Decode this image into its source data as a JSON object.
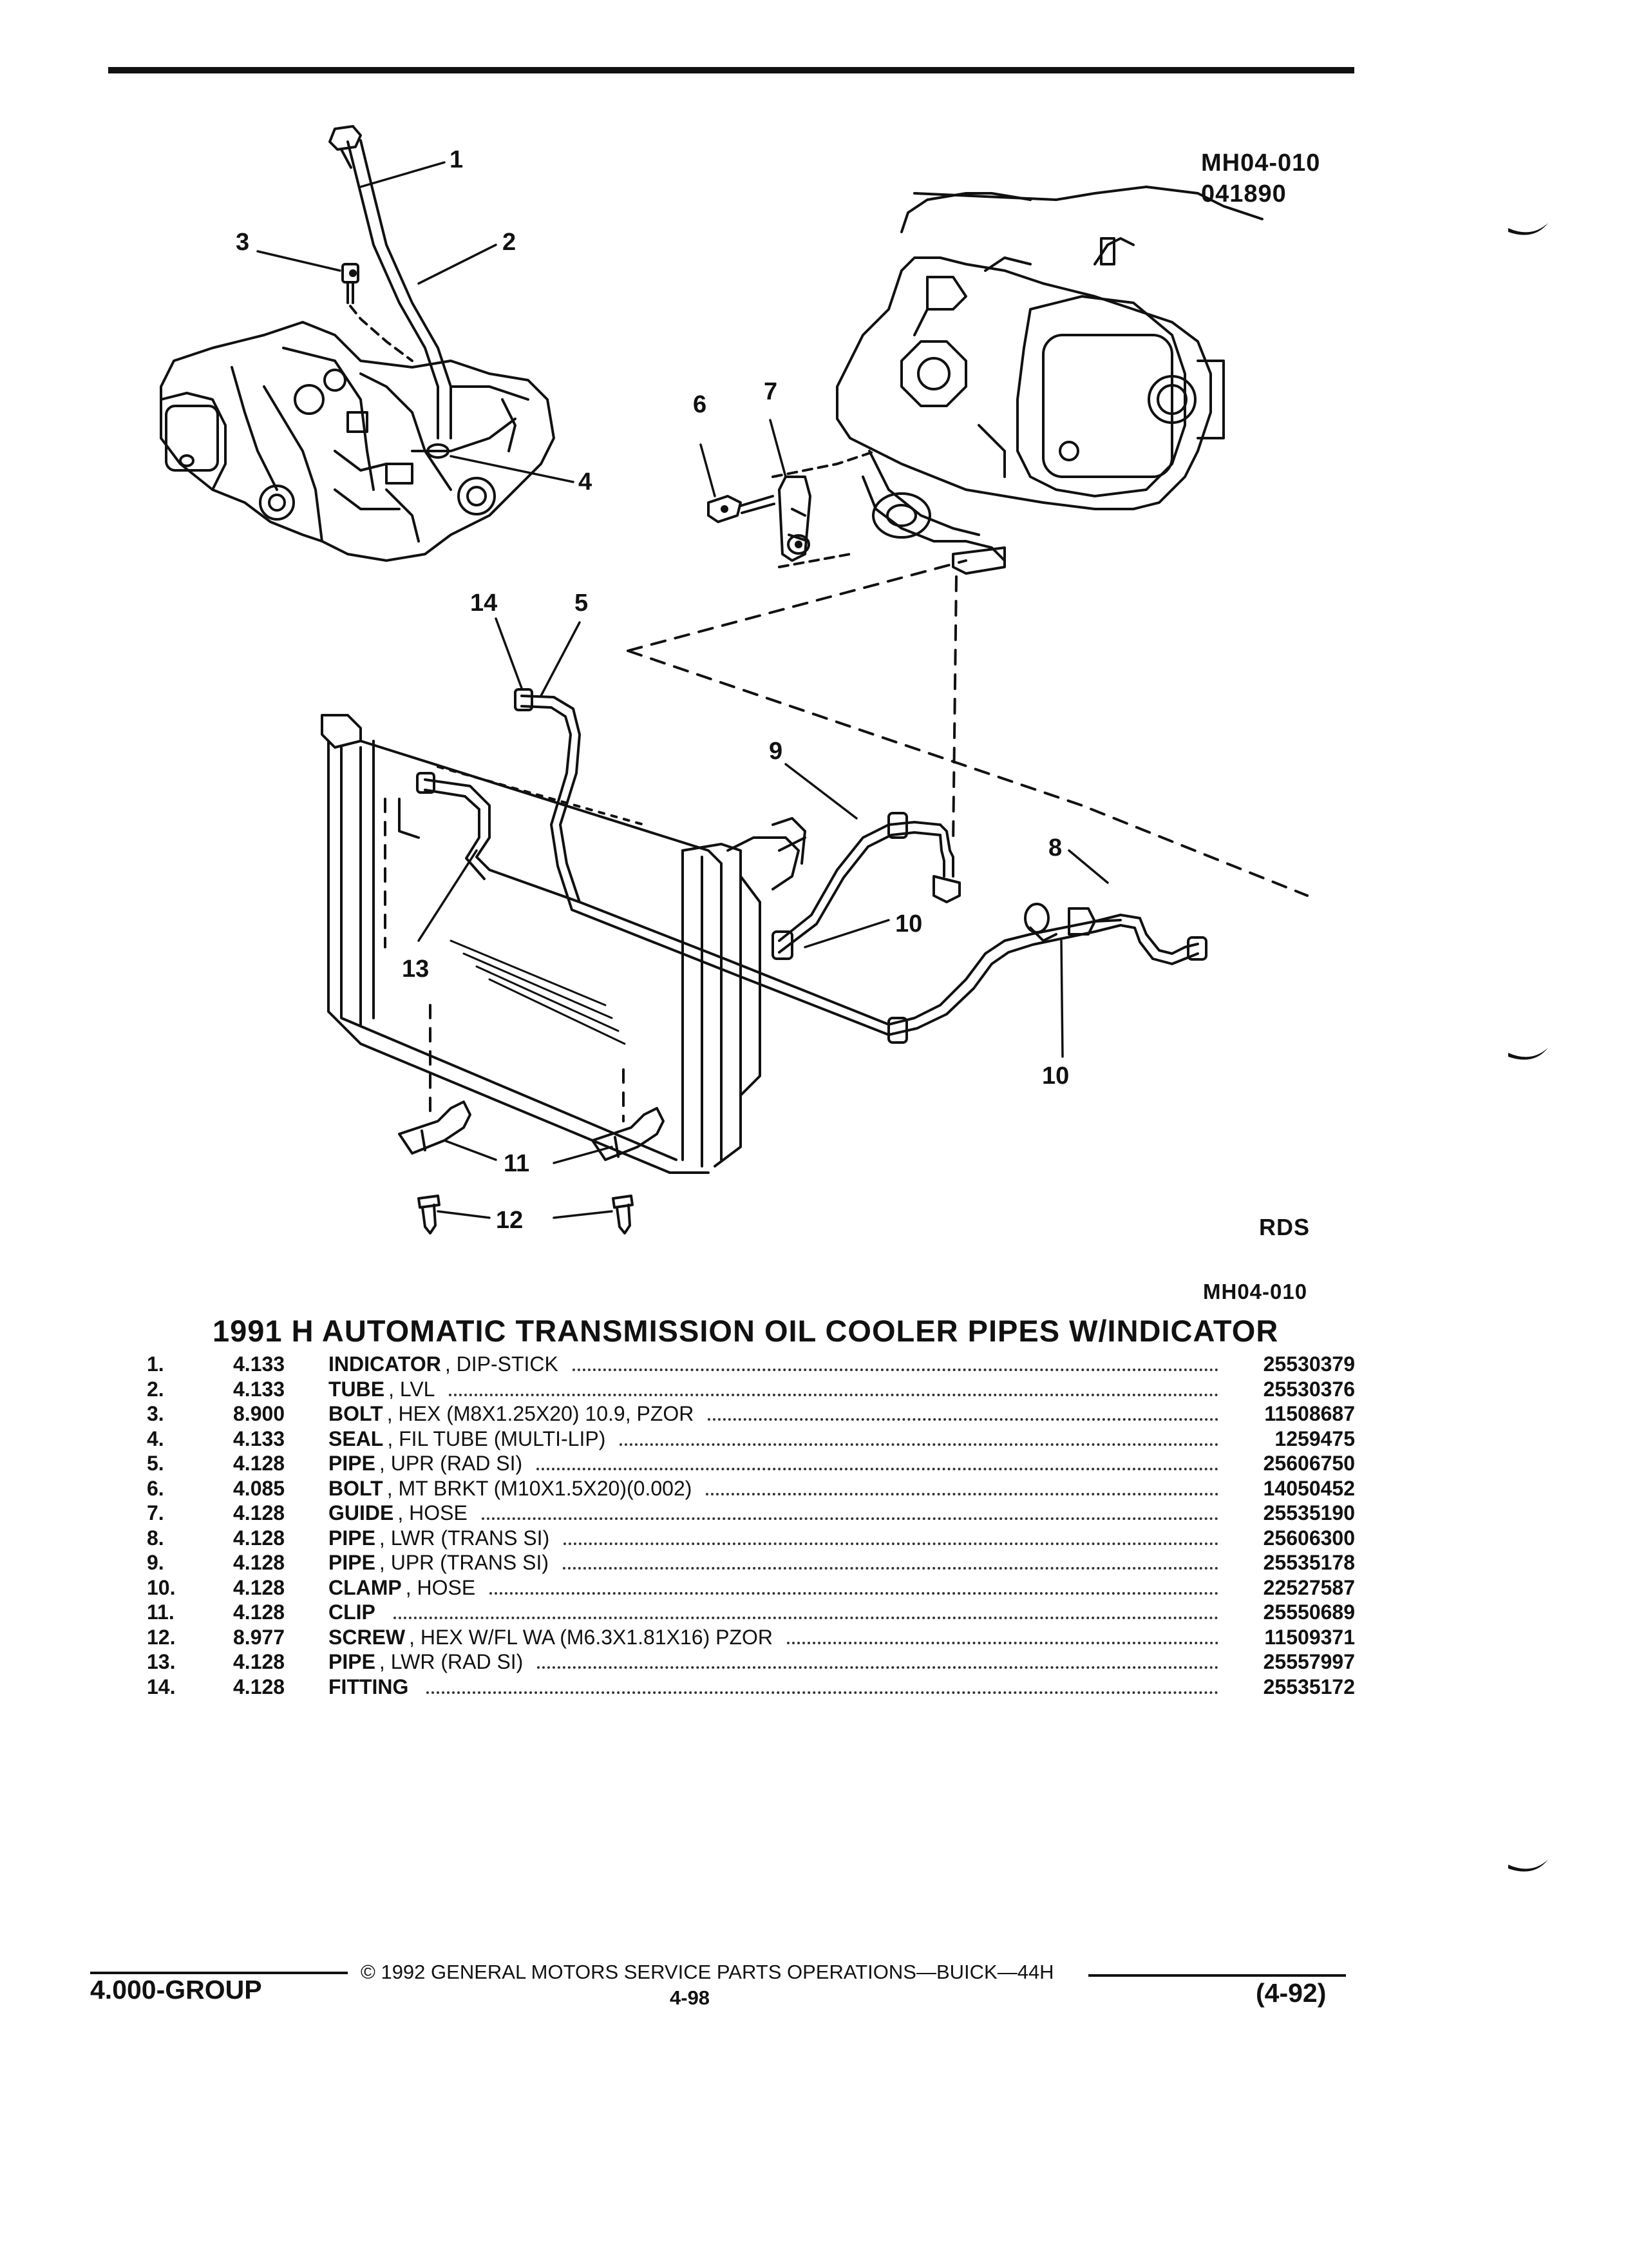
{
  "header": {
    "code": "MH04-010",
    "date": "041890"
  },
  "diagram": {
    "callouts": [
      "1",
      "2",
      "3",
      "4",
      "5",
      "6",
      "7",
      "8",
      "9",
      "10",
      "10",
      "11",
      "12",
      "13",
      "14"
    ],
    "source_label": "RDS",
    "figure_code": "MH04-010"
  },
  "title": "1991 H AUTOMATIC TRANSMISSION OIL COOLER PIPES W/INDICATOR",
  "parts": [
    {
      "no": "1.",
      "group": "4.133",
      "name": "INDICATOR",
      "desc": ", DIP-STICK",
      "part": "25530379"
    },
    {
      "no": "2.",
      "group": "4.133",
      "name": "TUBE",
      "desc": ", LVL",
      "part": "25530376"
    },
    {
      "no": "3.",
      "group": "8.900",
      "name": "BOLT",
      "desc": ", HEX (M8X1.25X20) 10.9, PZOR",
      "part": "11508687"
    },
    {
      "no": "4.",
      "group": "4.133",
      "name": "SEAL",
      "desc": ", FIL TUBE (MULTI-LIP)",
      "part": "1259475"
    },
    {
      "no": "5.",
      "group": "4.128",
      "name": "PIPE",
      "desc": ", UPR (RAD SI)",
      "part": "25606750"
    },
    {
      "no": "6.",
      "group": "4.085",
      "name": "BOLT",
      "desc": ", MT BRKT (M10X1.5X20)(0.002)",
      "part": "14050452"
    },
    {
      "no": "7.",
      "group": "4.128",
      "name": "GUIDE",
      "desc": ", HOSE",
      "part": "25535190"
    },
    {
      "no": "8.",
      "group": "4.128",
      "name": "PIPE",
      "desc": ", LWR (TRANS SI)",
      "part": "25606300"
    },
    {
      "no": "9.",
      "group": "4.128",
      "name": "PIPE",
      "desc": ", UPR (TRANS SI)",
      "part": "25535178"
    },
    {
      "no": "10.",
      "group": "4.128",
      "name": "CLAMP",
      "desc": ", HOSE",
      "part": "22527587"
    },
    {
      "no": "11.",
      "group": "4.128",
      "name": "CLIP",
      "desc": "",
      "part": "25550689"
    },
    {
      "no": "12.",
      "group": "8.977",
      "name": "SCREW",
      "desc": ", HEX W/FL WA (M6.3X1.81X16) PZOR",
      "part": "11509371"
    },
    {
      "no": "13.",
      "group": "4.128",
      "name": "PIPE",
      "desc": ", LWR (RAD SI)",
      "part": "25557997"
    },
    {
      "no": "14.",
      "group": "4.128",
      "name": "FITTING",
      "desc": "",
      "part": "25535172"
    }
  ],
  "footer": {
    "copyright": "© 1992 GENERAL MOTORS SERVICE PARTS OPERATIONS—BUICK—44H",
    "group": "4.000-GROUP",
    "page": "4-98",
    "revision": "(4-92)"
  }
}
